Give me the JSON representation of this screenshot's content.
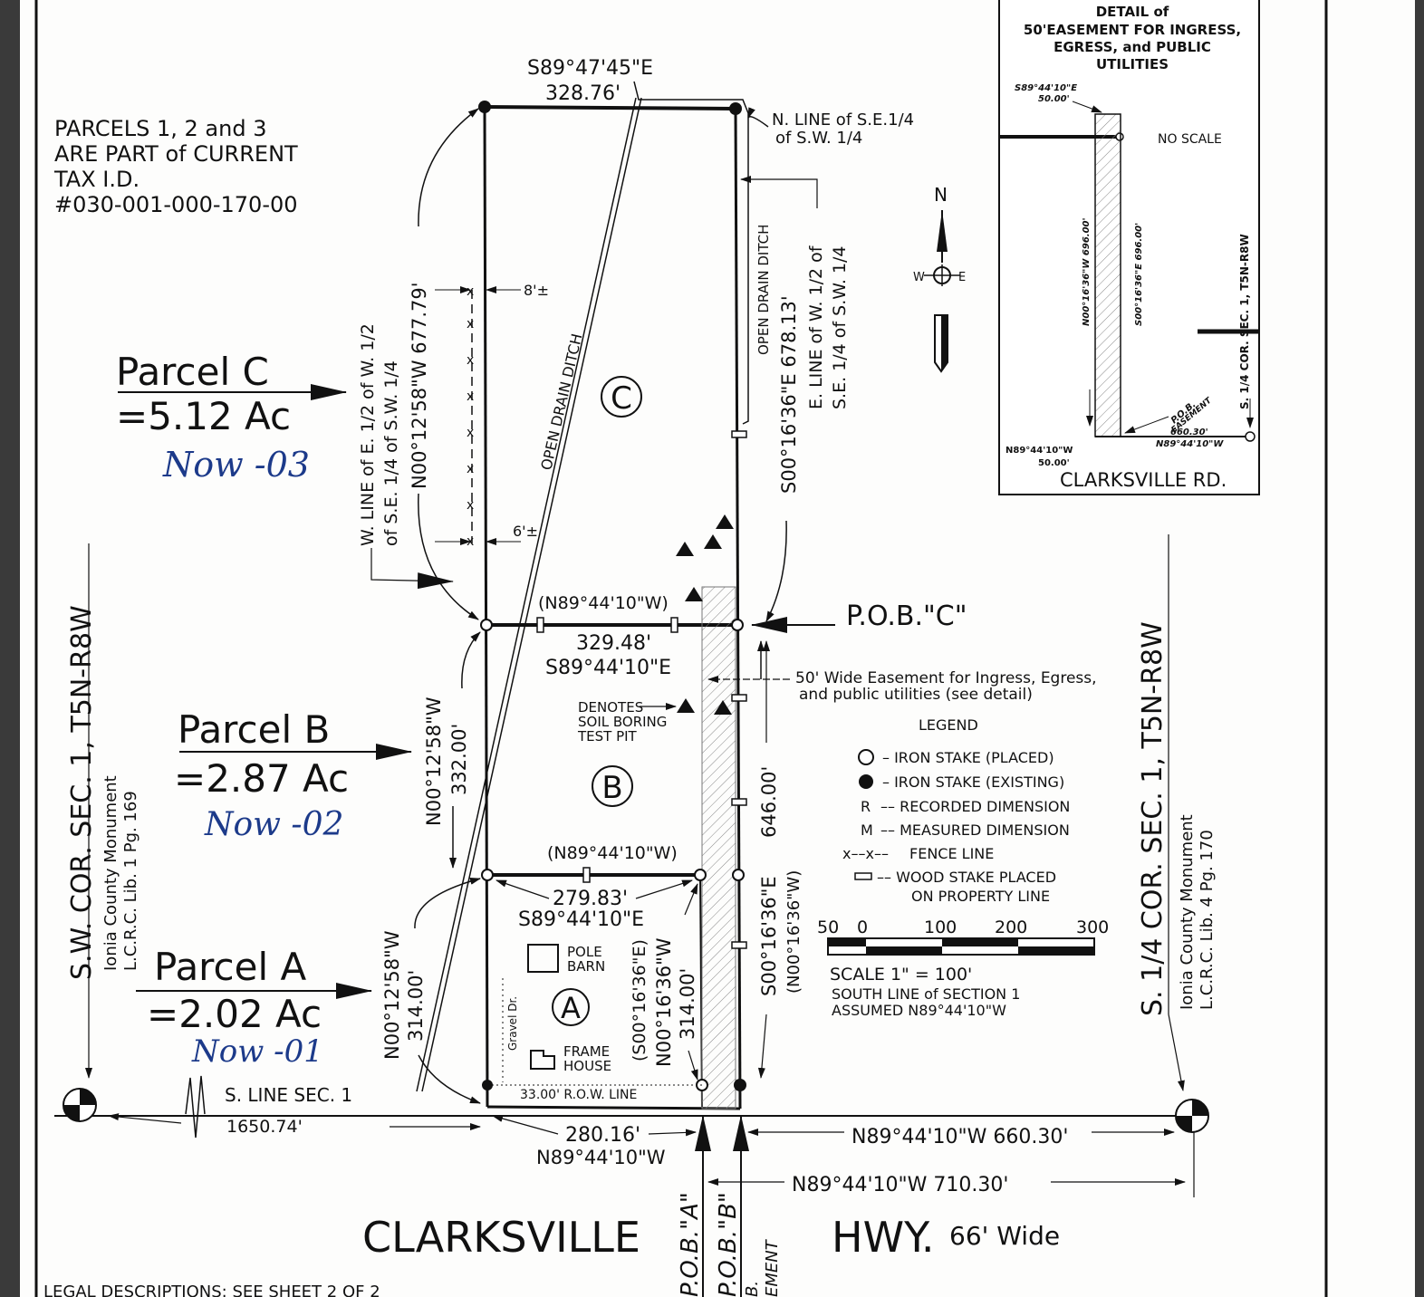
{
  "notes": {
    "parcels_line1": "PARCELS 1, 2 and 3",
    "parcels_line2": "ARE PART of CURRENT",
    "parcels_line3": "TAX I.D.",
    "parcels_line4": "#030-001-000-170-00",
    "legal": "LEGAL DESCRIPTIONS: SEE SHEET 2 OF 2"
  },
  "top": {
    "bearing": "S89°47'45\"E",
    "distance": "328.76'",
    "n_line_1": "N. LINE of S.E.1/4",
    "n_line_2": "of S.W. 1/4"
  },
  "parcel_c": {
    "name": "Parcel C",
    "area": "=5.12 Ac",
    "note": "Now -03",
    "circle": "C",
    "w_line_1": "W. LINE of E. 1/2 of W. 1/2",
    "w_line_2": "of S.E. 1/4 of S.W. 1/4",
    "w_line_3": "N00°12'58\"W 677.79'",
    "e_line_1": "E. LINE of W. 1/2 of",
    "e_line_2": "S.E. 1/4 of S.W. 1/4",
    "e_line_3": "S00°16'36\"E 678.13'",
    "ditch_1": "OPEN DRAIN DITCH",
    "ditch_2": "OPEN DRAIN DITCH",
    "fence_top": "8'±",
    "fence_bot": "6'±",
    "south_bearing": "(N89°44'10\"W)",
    "south_distance": "329.48'",
    "south_bearing_m": "S89°44'10\"E",
    "pob": "P.O.B.\"C\""
  },
  "parcel_b": {
    "name": "Parcel B",
    "area": "=2.87 Ac",
    "note": "Now -02",
    "circle": "B",
    "west_1": "N00°12'58\"W",
    "west_2": "332.00'",
    "east_dist": "646.00'",
    "east_bearing": "S00°16'36\"E",
    "east_bearing_r": "(N00°16'36\"W)",
    "soil_1": "DENOTES",
    "soil_2": "SOIL BORING",
    "soil_3": "TEST PIT",
    "south_bearing": "(N89°44'10\"W)",
    "south_distance": "279.83'",
    "south_bearing_m": "S89°44'10\"E"
  },
  "parcel_a": {
    "name": "Parcel A",
    "area": "=2.02 Ac",
    "note": "Now -01",
    "circle": "A",
    "west_1": "N00°12'58\"W",
    "west_2": "314.00'",
    "east_1": "(S00°16'36\"E)",
    "east_2": "N00°16'36\"W",
    "east_3": "314.00'",
    "pole_1": "POLE",
    "pole_2": "BARN",
    "frame_1": "FRAME",
    "frame_2": "HOUSE",
    "gravel": "Gravel Dr.",
    "row": "33.00' R.O.W. LINE"
  },
  "easement": {
    "line1": "50' Wide Easement for Ingress, Egress,",
    "line2": "and public utilities (see detail)"
  },
  "bottom": {
    "s_line": "S. LINE SEC. 1",
    "d1": "1650.74'",
    "d2": "280.16'",
    "d2_bearing": "N89°44'10\"W",
    "d3": "N89°44'10\"W  660.30'",
    "d4": "N89°44'10\"W   710.30'",
    "road_1": "CLARKSVILLE",
    "road_2": "HWY.",
    "road_3": "66'  Wide",
    "pob_a": "P.O.B.\"A\"",
    "pob_b": "P.O.B.\"B\"",
    "pob_e1": "B.",
    "pob_e2": "EMENT"
  },
  "sw_corner": {
    "l1": "S.W. COR. SEC. 1,  T5N-R8W",
    "l2": "Ionia County Monument",
    "l3": "L.C.R.C. Lib. 1 Pg. 169"
  },
  "s_corner": {
    "l1": "S. 1/4 COR. SEC. 1,  T5N-R8W",
    "l2": "Ionia County Monument",
    "l3": "L.C.R.C. Lib. 4  Pg. 170"
  },
  "north": {
    "n": "N",
    "w": "W",
    "e": "E"
  },
  "legend": {
    "title": "LEGEND",
    "i1": "– IRON STAKE (PLACED)",
    "i2": "– IRON STAKE (EXISTING)",
    "i3_sym": "R",
    "i3": "–– RECORDED DIMENSION",
    "i4_sym": "M",
    "i4": "–– MEASURED DIMENSION",
    "i5_sym": "x––x––",
    "i5": "FENCE LINE",
    "i6": "–– WOOD STAKE PLACED",
    "i6b": "ON PROPERTY LINE",
    "scale_labels": [
      "50",
      "0",
      "100",
      "200",
      "300"
    ],
    "scale_1": "SCALE  1\"  =  100'",
    "scale_2": "SOUTH LINE of SECTION 1",
    "scale_3": "ASSUMED  N89°44'10\"W"
  },
  "detail": {
    "title_1": "DETAIL of",
    "title_2": "50'EASEMENT FOR INGRESS,",
    "title_3": "EGRESS, and PUBLIC",
    "title_4": "UTILITIES",
    "top_b": "S89°44'10\"E",
    "top_d": "50.00'",
    "noscale": "NO SCALE",
    "west": "N00°16'36\"W   696.00'",
    "east": "S00°16'36\"E   696.00'",
    "pob_1": "P.O.B.",
    "pob_2": "EASEMENT",
    "bot_d": "660.30'",
    "bot_b": "N89°44'10\"W",
    "bl_b": "N89°44'10\"W",
    "bl_d": "50.00'",
    "road": "CLARKSVILLE  RD.",
    "corner": "S. 1/4 COR.  SEC. 1,  T5N-R8W"
  }
}
